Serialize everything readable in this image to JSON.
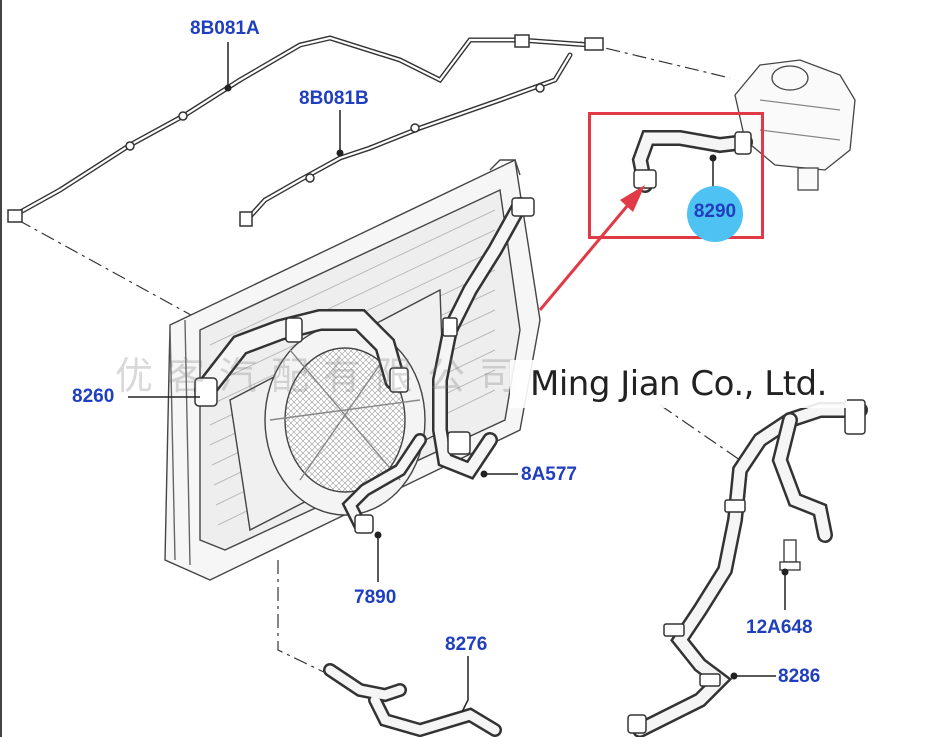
{
  "parts": {
    "p8B081A": "8B081A",
    "p8B081B": "8B081B",
    "p8290": "8290",
    "p8260": "8260",
    "p8A577": "8A577",
    "p7890": "7890",
    "p12A648": "12A648",
    "p8276": "8276",
    "p8286": "8286"
  },
  "watermark": {
    "company": "Ming Jian Co., Ltd.",
    "chinese": "优客汽配有限公司"
  },
  "colors": {
    "label": "#1f3fbf",
    "highlight": "#e03a46",
    "badge": "#4ec3f3",
    "line": "#333333"
  }
}
